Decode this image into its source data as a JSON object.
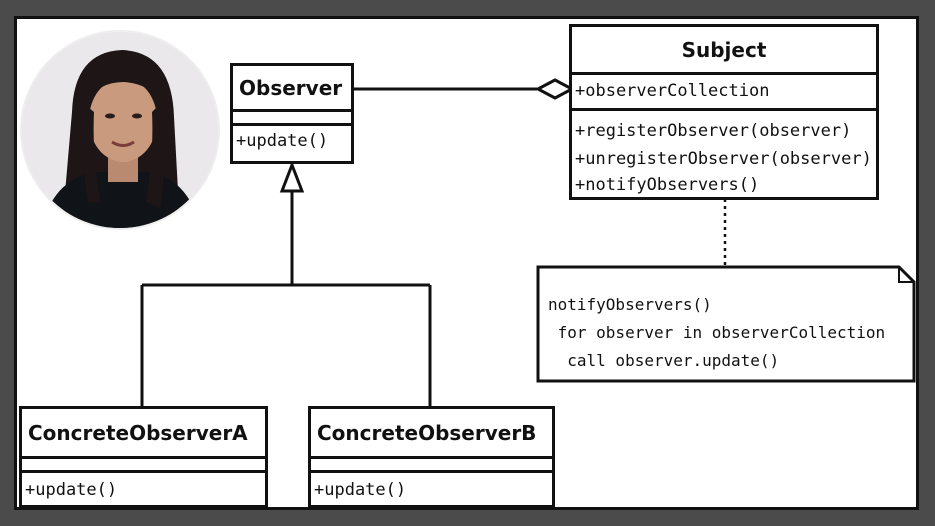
{
  "diagram": {
    "observer": {
      "name": "Observer",
      "methods": [
        "+update()"
      ]
    },
    "subject": {
      "name": "Subject",
      "attributes": [
        "+observerCollection"
      ],
      "methods": [
        "+registerObserver(observer)",
        "+unregisterObserver(observer)",
        "+notifyObservers()"
      ]
    },
    "concrete_a": {
      "name": "ConcreteObserverA",
      "methods": [
        "+update()"
      ]
    },
    "concrete_b": {
      "name": "ConcreteObserverB",
      "methods": [
        "+update()"
      ]
    },
    "note": {
      "lines": [
        "notifyObservers()",
        " for observer in observerCollection",
        "  call observer.update()"
      ]
    }
  },
  "colors": {
    "frame": "#4b4b4b",
    "canvas": "#ffffff",
    "ink": "#111111"
  },
  "presenter": {
    "shape": "circle",
    "icon": "presenter-webcam-avatar"
  }
}
